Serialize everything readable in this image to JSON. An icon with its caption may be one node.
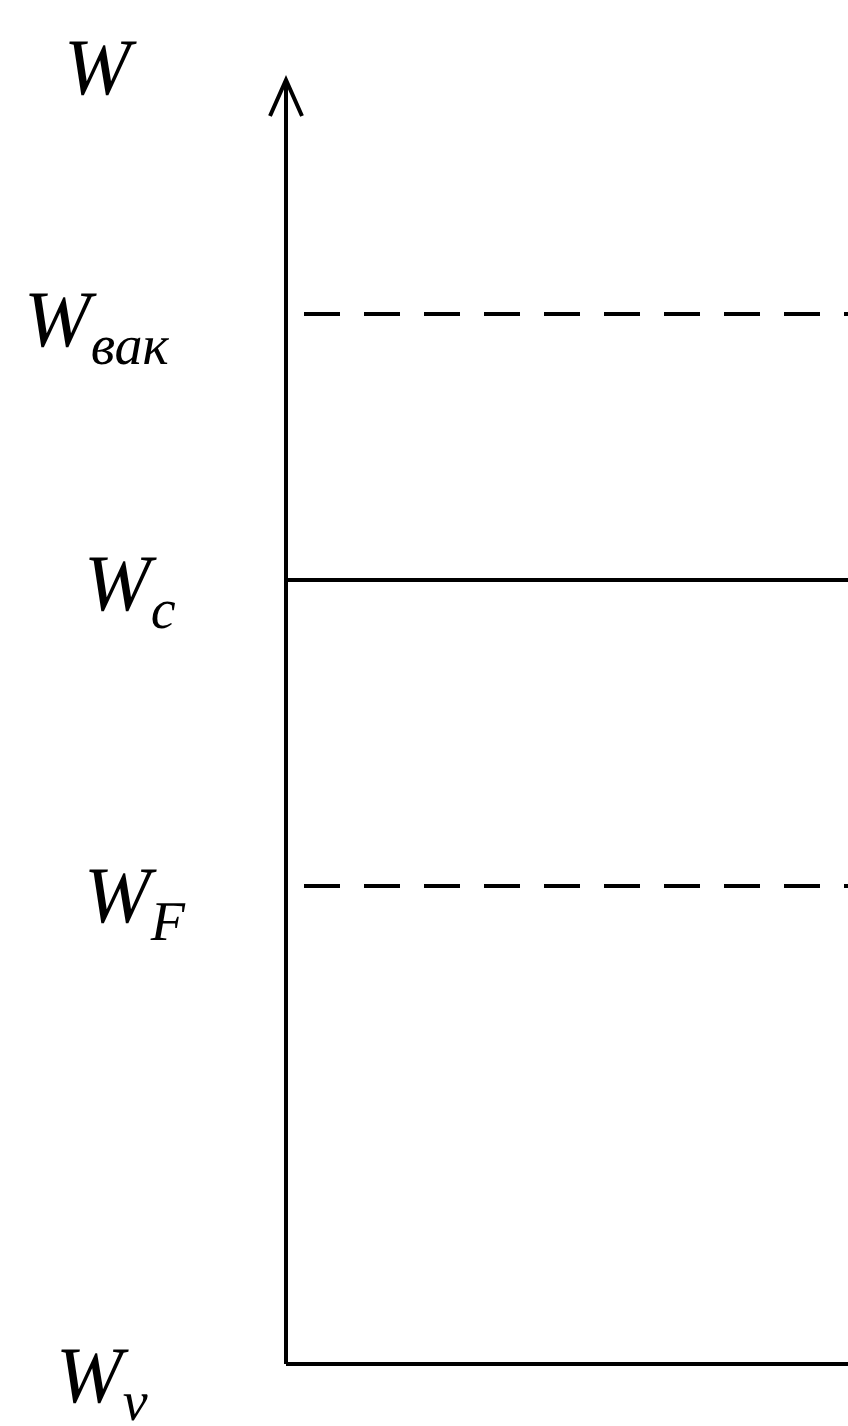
{
  "diagram": {
    "labels": [
      "W",
      "W$_{вак}$",
      "W$_{c}$",
      "W$_{F}$",
      "W$_{v}$"
    ]
  }
}
